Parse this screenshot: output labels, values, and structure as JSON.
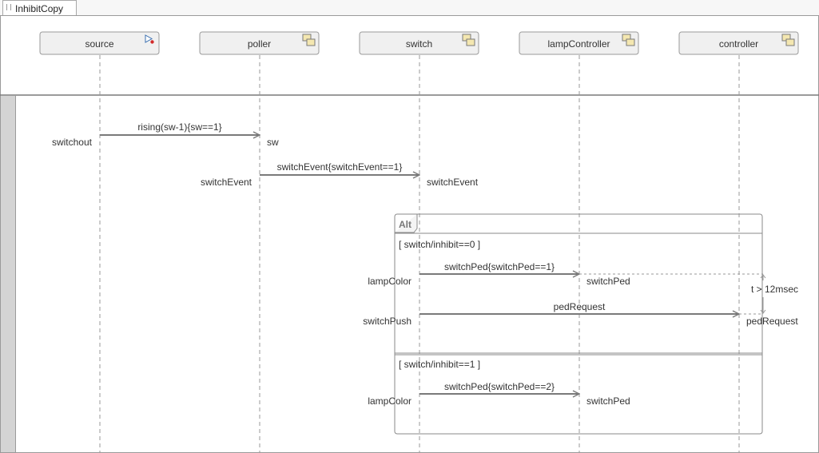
{
  "tab": {
    "title": "InhibitCopy"
  },
  "lifelines": [
    {
      "id": "source",
      "label": "source",
      "icon": "source-block-icon"
    },
    {
      "id": "poller",
      "label": "poller",
      "icon": "subsystem-icon"
    },
    {
      "id": "switch",
      "label": "switch",
      "icon": "subsystem-icon"
    },
    {
      "id": "lampController",
      "label": "lampController",
      "icon": "subsystem-icon"
    },
    {
      "id": "controller",
      "label": "controller",
      "icon": "subsystem-icon"
    }
  ],
  "messages": [
    {
      "id": "m1",
      "from": "source",
      "to": "poller",
      "label": "rising(sw-1){sw==1}",
      "send_port": "switchout",
      "recv_port": "sw"
    },
    {
      "id": "m2",
      "from": "poller",
      "to": "switch",
      "label": "switchEvent{switchEvent==1}",
      "send_port": "switchEvent",
      "recv_port": "switchEvent"
    }
  ],
  "fragment": {
    "operator": "Alt",
    "operands": [
      {
        "guard": "[ switch/inhibit==0 ]",
        "messages": [
          {
            "id": "m3",
            "from": "switch",
            "to": "lampController",
            "label": "switchPed{switchPed==1}",
            "send_port": "lampColor",
            "recv_port": "switchPed"
          },
          {
            "id": "m4",
            "from": "switch",
            "to": "controller",
            "label": "pedRequest",
            "send_port": "switchPush",
            "recv_port": "pedRequest"
          }
        ],
        "duration_constraint": {
          "label": "t > 12msec"
        }
      },
      {
        "guard": "[ switch/inhibit==1 ]",
        "messages": [
          {
            "id": "m5",
            "from": "switch",
            "to": "lampController",
            "label": "switchPed{switchPed==2}",
            "send_port": "lampColor",
            "recv_port": "switchPed"
          }
        ]
      }
    ]
  },
  "colors": {
    "lifeline_fill": "#f0f0f0",
    "lifeline_border": "#9a9a9a",
    "arrow": "#7a7a7a",
    "dashed": "#9a9a9a",
    "fragment_border": "#8a8a8a",
    "left_rail": "#d4d4d4",
    "text": "#333333",
    "icon_fill": "#f4e7b0",
    "icon_stroke": "#7a7a7a"
  }
}
